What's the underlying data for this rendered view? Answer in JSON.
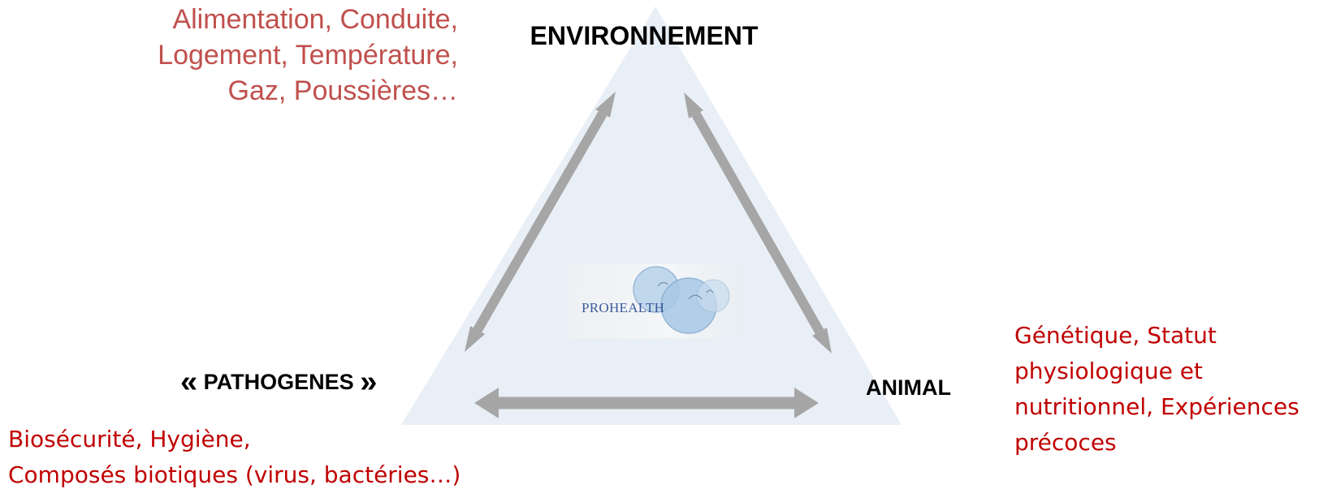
{
  "environment": {
    "label": "ENVIRONNEMENT",
    "factors": [
      "Alimentation, Conduite,",
      "Logement, Température,",
      "Gaz, Poussières…"
    ]
  },
  "pathogens": {
    "open_quote": "«",
    "label": "PATHOGENES",
    "close_quote": "»",
    "factors": [
      "Biosécurité, Hygiène,",
      "Composés biotiques (virus, bactéries…)"
    ]
  },
  "animal": {
    "label": "ANIMAL",
    "factors": [
      "Génétique, Statut",
      "physiologique et",
      "nutritionnel, Expériences",
      "précoces"
    ]
  },
  "logo": {
    "text": "PROHEALTH"
  },
  "colors": {
    "triangle": "#e9eff7",
    "arrows": "#a6a6a6",
    "environment_factors": "#c0504d",
    "other_factors": "#c00000"
  }
}
